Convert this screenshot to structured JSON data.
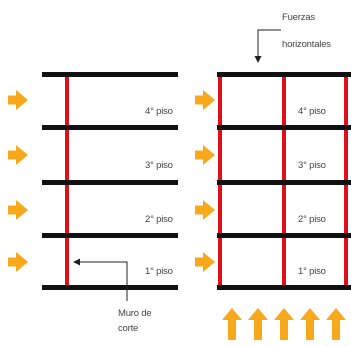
{
  "labels": {
    "forces_line1": "Fuerzas",
    "forces_line2": "horizontales",
    "wall_line1": "Muro de",
    "wall_line2": "corte",
    "left_floors": [
      "4° piso",
      "3° piso",
      "2° piso",
      "1° piso"
    ],
    "right_floors": [
      "4° piso",
      "3° piso",
      "2° piso",
      "1° piso"
    ]
  },
  "colors": {
    "slab": "#111111",
    "wall": "#e0101a",
    "arrow": "#f7a81b",
    "text": "#444444",
    "pointer": "#222222"
  },
  "icons": {
    "horizontal_force": "arrow-right-icon",
    "vertical_force": "arrow-up-icon"
  }
}
